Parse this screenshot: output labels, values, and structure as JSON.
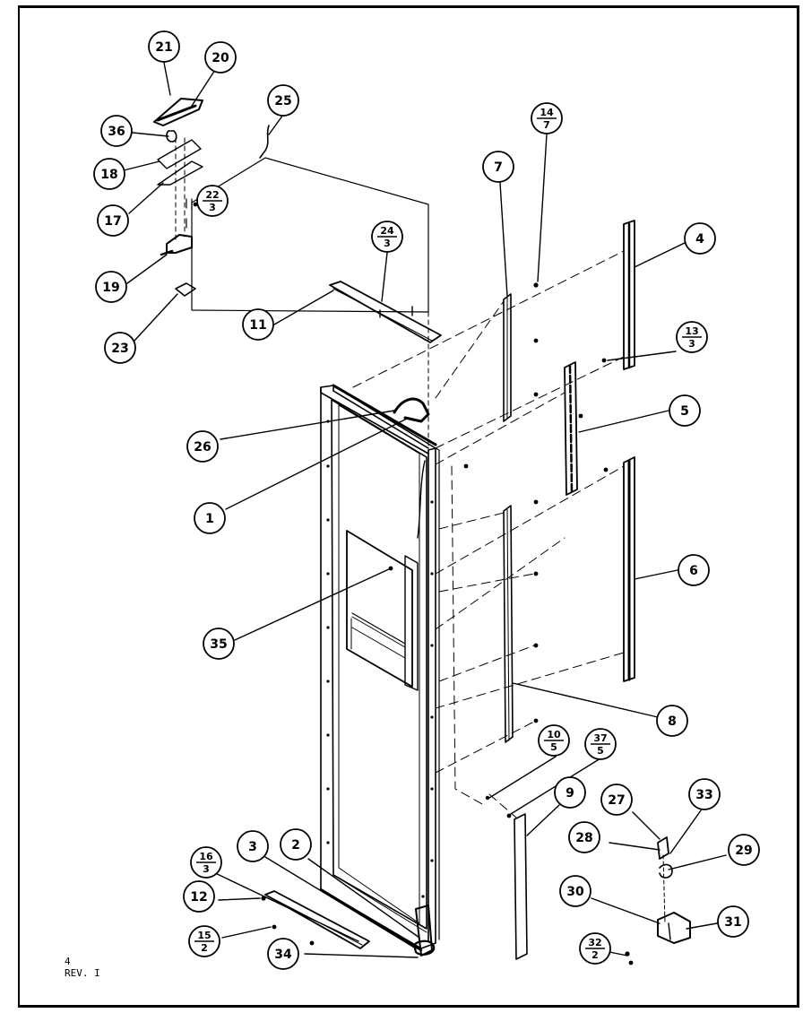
{
  "callouts": [
    {
      "id": "c21",
      "label": "21"
    },
    {
      "id": "c20",
      "label": "20"
    },
    {
      "id": "c25",
      "label": "25"
    },
    {
      "id": "c36",
      "label": "36"
    },
    {
      "id": "c18",
      "label": "18"
    },
    {
      "id": "c17",
      "label": "17"
    },
    {
      "id": "c22",
      "label": "22",
      "sub": "3"
    },
    {
      "id": "c19",
      "label": "19"
    },
    {
      "id": "c23",
      "label": "23"
    },
    {
      "id": "c24",
      "label": "24",
      "sub": "3"
    },
    {
      "id": "c11",
      "label": "11"
    },
    {
      "id": "c14",
      "label": "14",
      "sub": "7"
    },
    {
      "id": "c7",
      "label": "7"
    },
    {
      "id": "c4",
      "label": "4"
    },
    {
      "id": "c13",
      "label": "13",
      "sub": "3"
    },
    {
      "id": "c5",
      "label": "5"
    },
    {
      "id": "c26",
      "label": "26"
    },
    {
      "id": "c1",
      "label": "1"
    },
    {
      "id": "c6",
      "label": "6"
    },
    {
      "id": "c35",
      "label": "35"
    },
    {
      "id": "c8",
      "label": "8"
    },
    {
      "id": "c10",
      "label": "10",
      "sub": "5"
    },
    {
      "id": "c37",
      "label": "37",
      "sub": "5"
    },
    {
      "id": "c9",
      "label": "9"
    },
    {
      "id": "c27",
      "label": "27"
    },
    {
      "id": "c33",
      "label": "33"
    },
    {
      "id": "c28",
      "label": "28"
    },
    {
      "id": "c29",
      "label": "29"
    },
    {
      "id": "c3",
      "label": "3"
    },
    {
      "id": "c2",
      "label": "2"
    },
    {
      "id": "c16",
      "label": "16",
      "sub": "3"
    },
    {
      "id": "c12",
      "label": "12"
    },
    {
      "id": "c30",
      "label": "30"
    },
    {
      "id": "c31",
      "label": "31"
    },
    {
      "id": "c15",
      "label": "15",
      "sub": "2"
    },
    {
      "id": "c34",
      "label": "34"
    },
    {
      "id": "c32",
      "label": "32",
      "sub": "2"
    }
  ],
  "footer": {
    "page_number": "4",
    "revision": "REV. I"
  }
}
